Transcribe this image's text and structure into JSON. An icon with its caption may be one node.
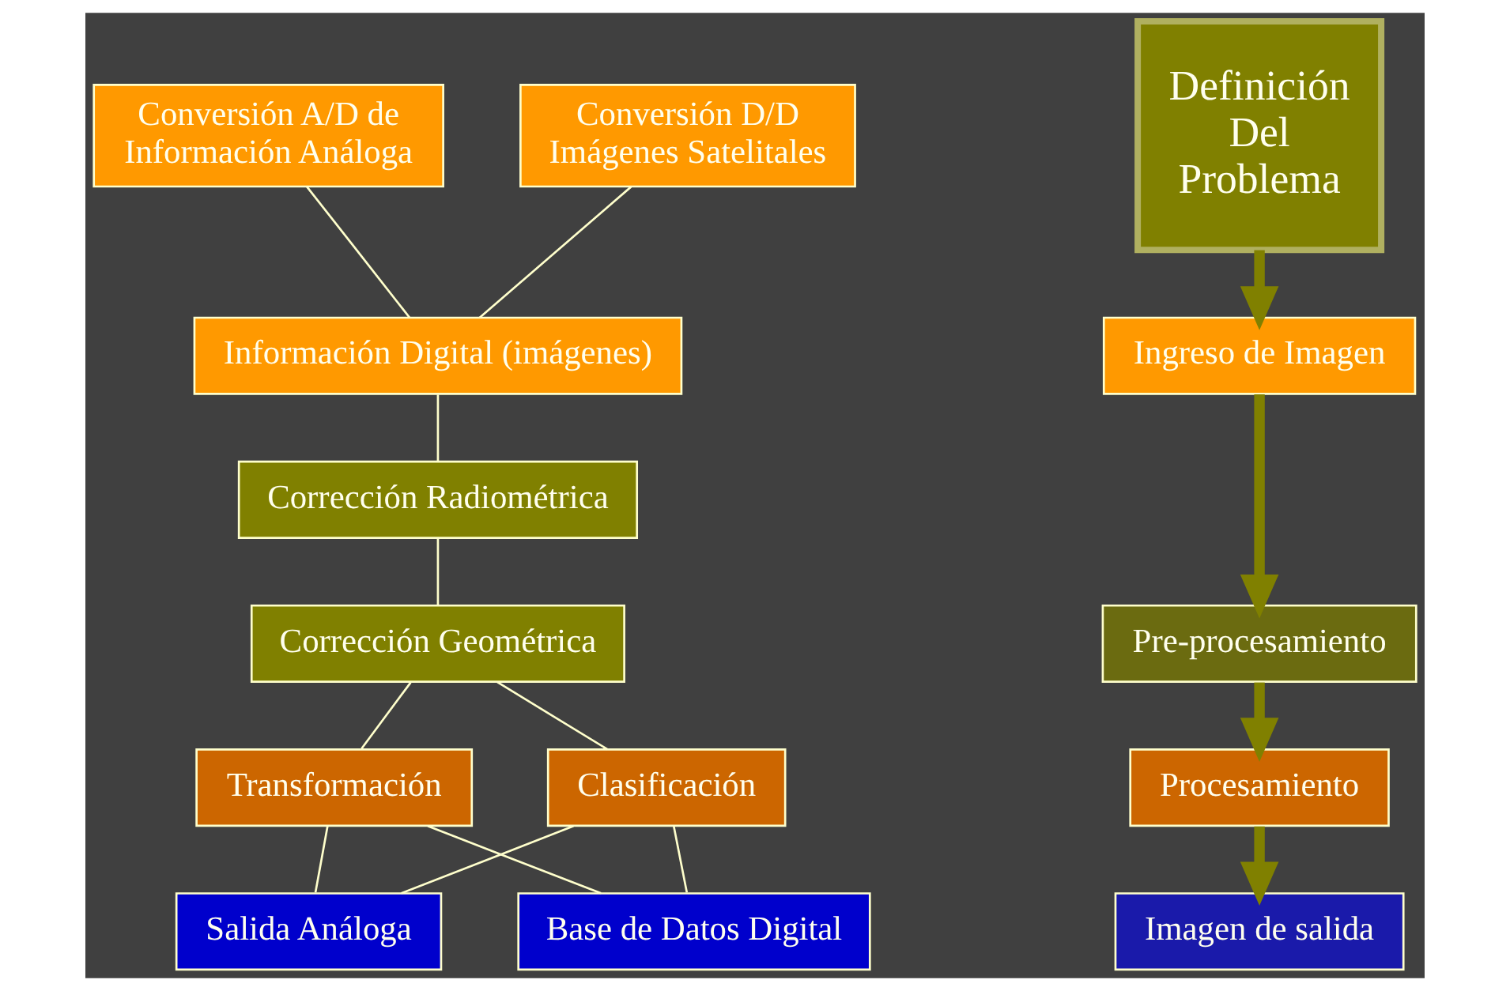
{
  "diagram": {
    "nodes": [
      {
        "text": [
          "Conversión A/D de Información Análoga"
        ]
      },
      {
        "text": [
          "Conversión D/D Imágenes Satelitales"
        ]
      },
      {
        "text": [
          "Información Digital (imágenes)"
        ]
      },
      {
        "text": [
          "Corrección Radiométrica"
        ]
      },
      {
        "text": [
          "Corrección Geométrica"
        ]
      },
      {
        "text": [
          "Transformación"
        ]
      },
      {
        "text": [
          "Clasificación"
        ]
      },
      {
        "text": [
          "Salida Análoga"
        ]
      },
      {
        "text": [
          "Base de Datos Digital"
        ]
      },
      {
        "text": [
          "Definición Del Problema"
        ]
      },
      {
        "text": [
          "Ingreso de Imagen"
        ]
      },
      {
        "text": [
          "Pre-procesamiento"
        ]
      },
      {
        "text": [
          "Procesamiento"
        ]
      },
      {
        "text": [
          "Imagen de salida"
        ]
      }
    ],
    "edges": [
      {
        "from": 0,
        "to": 2,
        "arrow": "none"
      },
      {
        "from": 1,
        "to": 2,
        "arrow": "none"
      },
      {
        "from": 2,
        "to": 3,
        "arrow": "none"
      },
      {
        "from": 3,
        "to": 4,
        "arrow": "none"
      },
      {
        "from": 4,
        "to": 5,
        "arrow": "none"
      },
      {
        "from": 4,
        "to": 6,
        "arrow": "none"
      },
      {
        "from": 5,
        "to": 7,
        "arrow": "none"
      },
      {
        "from": 5,
        "to": 8,
        "arrow": "none"
      },
      {
        "from": 6,
        "to": 7,
        "arrow": "none"
      },
      {
        "from": 6,
        "to": 8,
        "arrow": "none"
      },
      {
        "from": 9,
        "to": 10,
        "arrow": "to",
        "style": "thick",
        "color": "#808000"
      },
      {
        "from": 10,
        "to": 11,
        "arrow": "to",
        "style": "thick",
        "color": "#808000"
      },
      {
        "from": 11,
        "to": 12,
        "arrow": "to",
        "style": "thick",
        "color": "#808000"
      },
      {
        "from": 12,
        "to": 13,
        "arrow": "to",
        "style": "thick",
        "color": "#808000"
      }
    ]
  }
}
